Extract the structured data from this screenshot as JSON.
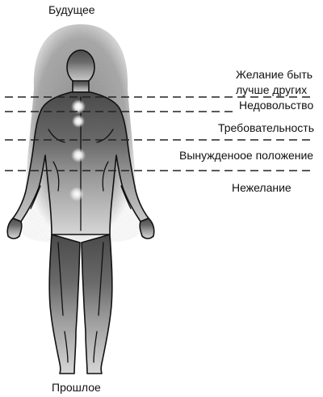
{
  "top_label": "Будущее",
  "bottom_label": "Прошлое",
  "levels": [
    {
      "line1": "Желание быть",
      "line2": "лучше других"
    },
    {
      "text": "Недовольство"
    },
    {
      "text": "Требовательность"
    },
    {
      "text": "Вынужденоое положение"
    },
    {
      "text": "Нежелание"
    }
  ],
  "colors": {
    "aura": "#8e8e8e",
    "body_light": "#cfcfcf",
    "body_dark": "#5c5c5c",
    "outline": "#111111",
    "line": "#222222"
  }
}
